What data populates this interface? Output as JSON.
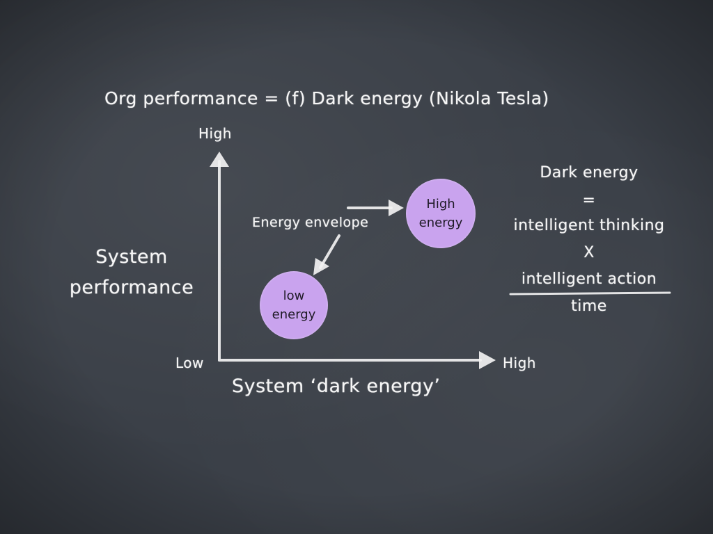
{
  "title": "Org performance = (f) Dark energy  (Nikola Tesla)",
  "axes": {
    "y_label_line1": "System",
    "y_label_line2": "performance",
    "y_high": "High",
    "x_low": "Low",
    "x_high": "High",
    "x_label": "System ‘dark energy’"
  },
  "envelope_label": "Energy envelope",
  "bubbles": {
    "high": {
      "line1": "High",
      "line2": "energy"
    },
    "low": {
      "line1": "low",
      "line2": "energy"
    },
    "color": "#c9a3ee"
  },
  "formula": {
    "line1": "Dark energy",
    "line2": "=",
    "line3": "intelligent thinking",
    "line4": "X",
    "line5": "intelligent action",
    "line6": "time"
  },
  "colors": {
    "background": "#3a3f47",
    "chalk": "#f6f6f6"
  }
}
